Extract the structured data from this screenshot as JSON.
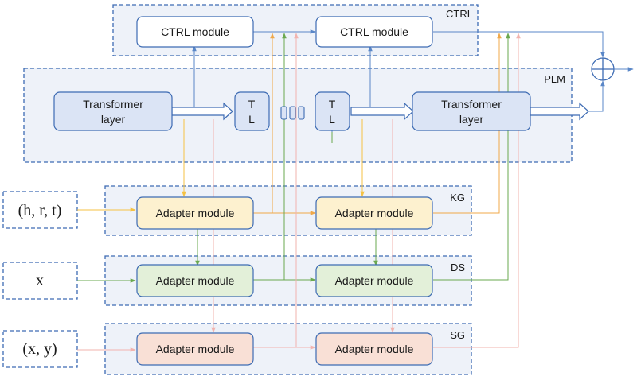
{
  "groups": {
    "ctrl": "CTRL",
    "plm": "PLM",
    "kg": "KG",
    "ds": "DS",
    "sg": "SG"
  },
  "ctrl_modules": [
    "CTRL module",
    "CTRL module"
  ],
  "transformer_label": [
    "Transformer",
    "layer"
  ],
  "tl_label": [
    "T",
    "L"
  ],
  "adapter_label": "Adapter module",
  "inputs": {
    "kg": "(h, r, t)",
    "ds": "x",
    "sg": "(x, y)"
  },
  "colors": {
    "border": "#3d6bb3",
    "blue_fill": "#dbe4f5",
    "yellow_fill": "#fdf1cf",
    "green_fill": "#e3f0d9",
    "pink_fill": "#f9e0d6",
    "blue_line": "#5a87c8",
    "yellow_line": "#f5c243",
    "green_line": "#6aa84f",
    "pink_line": "#f2b3ae",
    "orange_line": "#f0a848"
  },
  "icons": [
    "circle-plus-icon"
  ]
}
